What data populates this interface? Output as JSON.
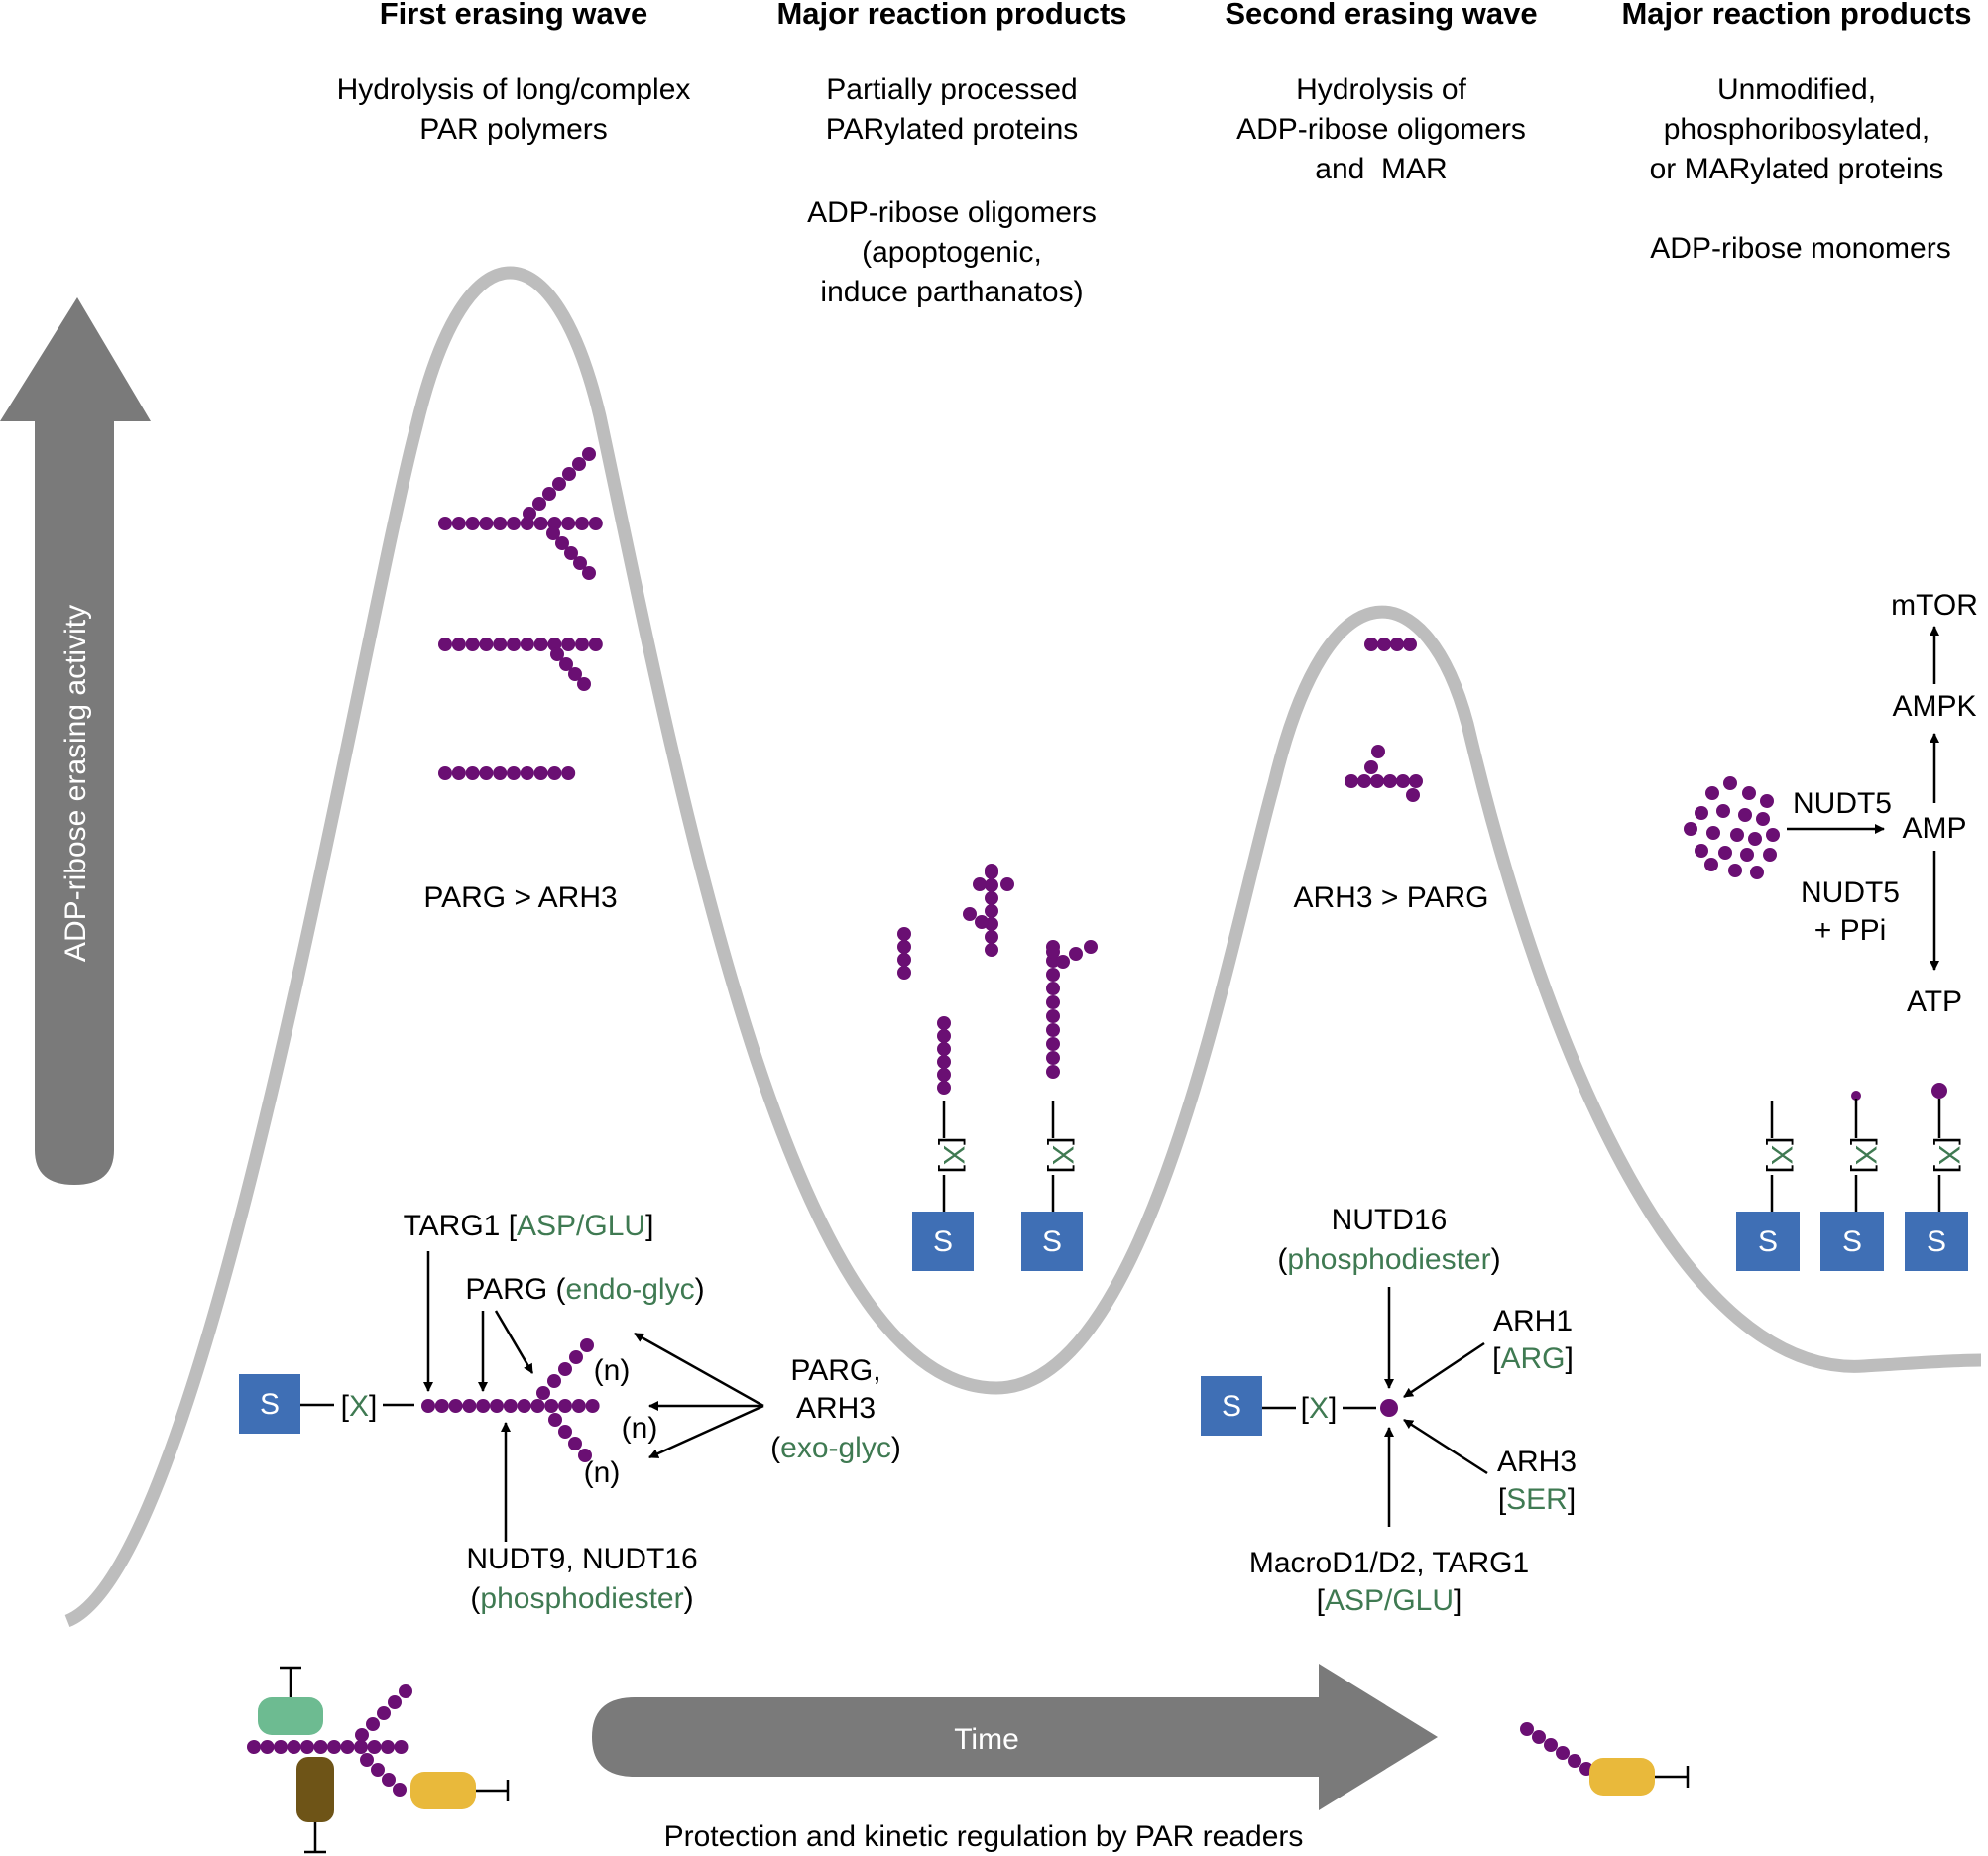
{
  "headers": {
    "first_wave": "First erasing wave",
    "products_1": "Major reaction products",
    "second_wave": "Second erasing wave",
    "products_2": "Major reaction products"
  },
  "first_wave_desc": [
    "Hydrolysis of long/complex",
    "PAR polymers"
  ],
  "products_1_desc": [
    "Partially processed",
    "PARylated proteins"
  ],
  "products_1_oligo": [
    "ADP-ribose oligomers",
    "(apoptogenic,",
    "induce parthanatos)"
  ],
  "second_wave_desc": [
    "Hydrolysis of",
    "ADP-ribose oligomers",
    "and  MAR"
  ],
  "products_2_desc": [
    "Unmodified,",
    "phosphoribosylated,",
    "or MARylated proteins"
  ],
  "products_2_mono": "ADP-ribose monomers",
  "y_axis_label": "ADP-ribose erasing activity",
  "rank_1": "PARG > ARH3",
  "rank_2": "ARH3 > PARG",
  "substrate": "S",
  "linker": {
    "open": "[",
    "x": "X",
    "close": "]"
  },
  "left_panel": {
    "targ1": "TARG1",
    "targ1_spec": "ASP/GLU",
    "parg": "PARG",
    "parg_spec": "endo-glyc",
    "exo_enzymes": [
      "PARG,",
      "ARH3"
    ],
    "exo_spec": "exo-glyc",
    "n": "(n)",
    "nudt": "NUDT9, NUDT16",
    "nudt_spec": "phosphodiester"
  },
  "right_panel": {
    "nutd16": "NUTD16",
    "nutd16_spec": "phosphodiester",
    "arh1": "ARH1",
    "arh1_spec": "ARG",
    "arh3": "ARH3",
    "arh3_spec": "SER",
    "macro": "MacroD1/D2, TARG1",
    "macro_spec": "ASP/GLU"
  },
  "pathway": {
    "mtor": "mTOR",
    "ampk": "AMPK",
    "amp": "AMP",
    "atp": "ATP",
    "nudt5_a": "NUDT5",
    "nudt5_b": "NUDT5",
    "ppi": "+ PPi"
  },
  "time_label": "Time",
  "bottom_caption": "Protection and kinetic regulation by PAR readers",
  "colors": {
    "adp_ribose": "#6a0f73",
    "substrate_box": "#3f6fb5",
    "specificity_text": "#3f7a52",
    "curve": "#bdbdbd",
    "big_arrow": "#7a7a7a",
    "reader_green": "#6dbb91",
    "reader_brown": "#6e5417",
    "reader_yellow": "#e9b93b"
  }
}
